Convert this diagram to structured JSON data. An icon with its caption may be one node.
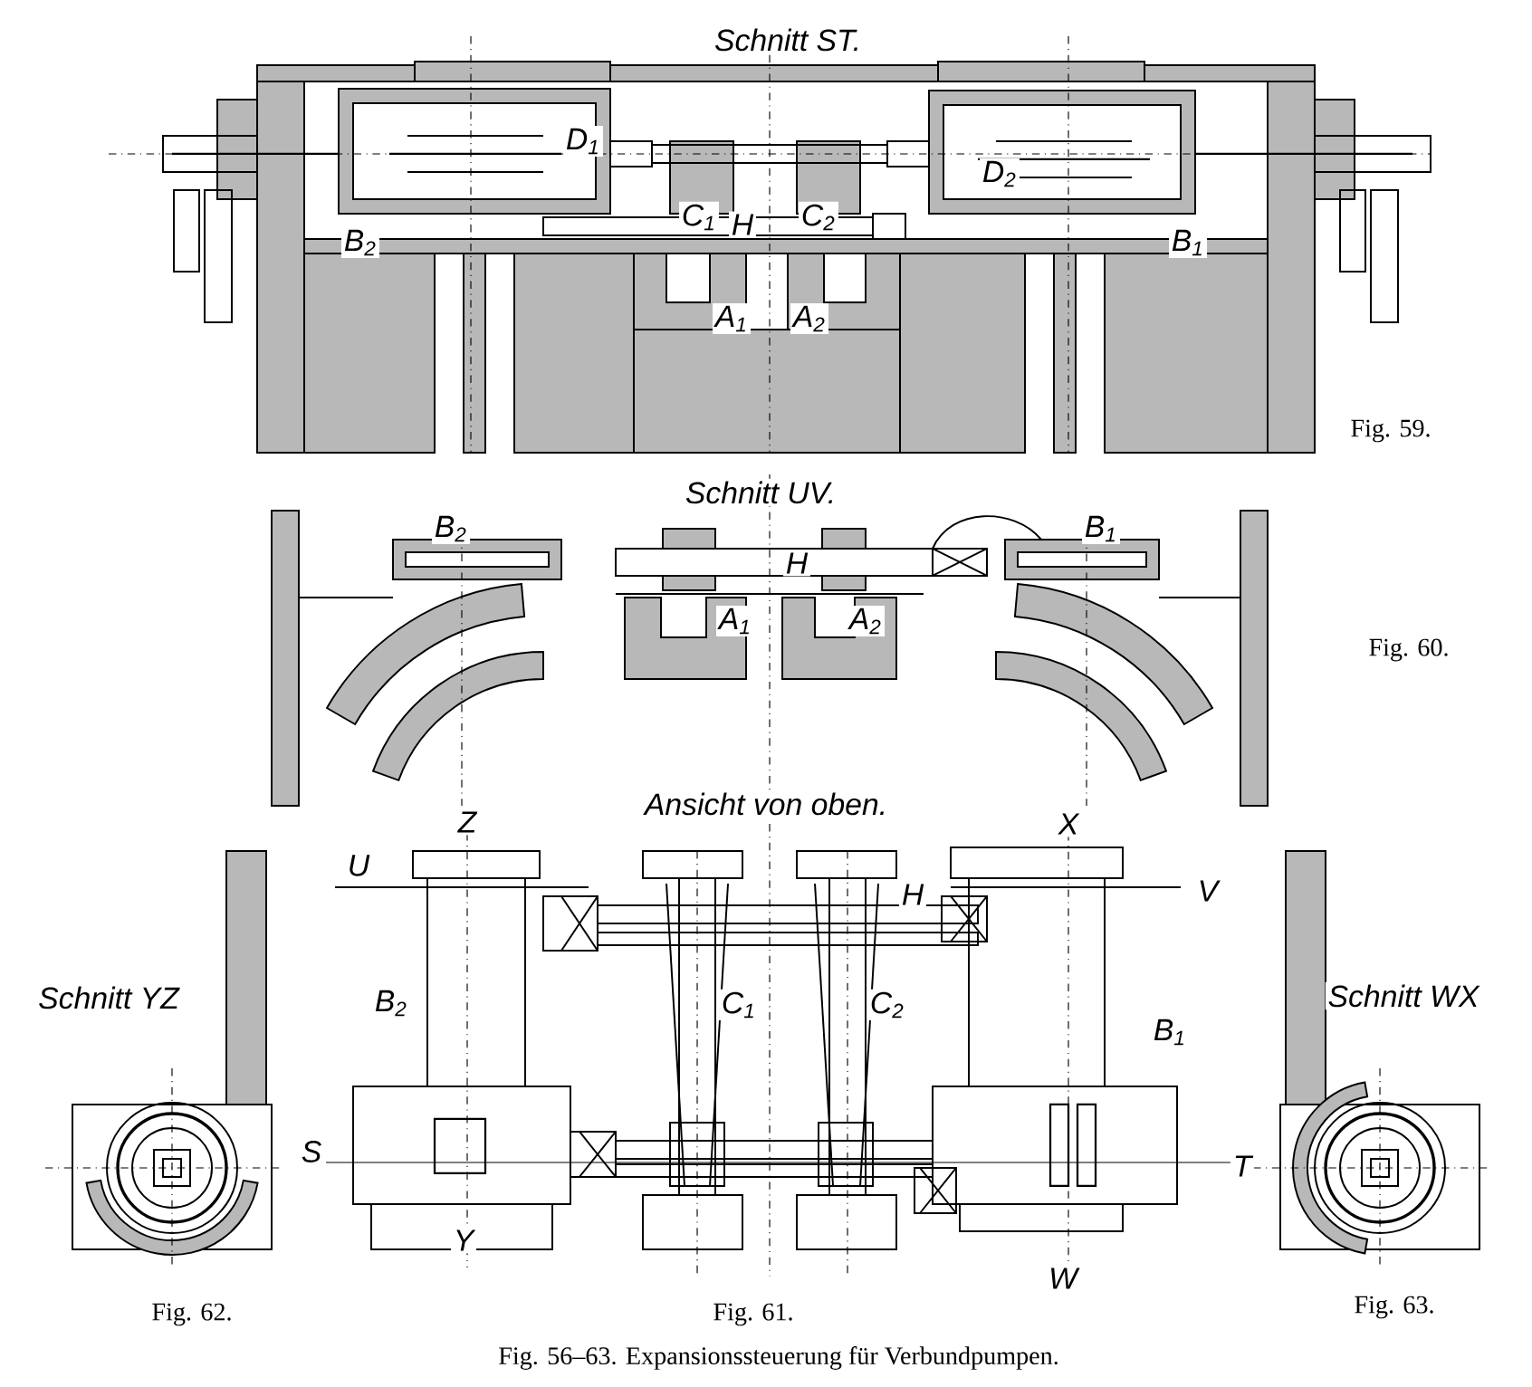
{
  "diagram": {
    "caption": "Fig. 56–63. Expansionssteuerung für Verbundpumpen.",
    "labels": [
      "Schnitt ST.",
      "D$_{1}$",
      "D$_{2}$",
      "C$_{1}$",
      "H",
      "C$_{2}$",
      "B$_{2}$",
      "B$_{1}$",
      "A$_{1}$",
      "A$_{2}$",
      "Fig. 59.",
      "Schnitt UV.",
      "B$_{2}$",
      "B$_{1}$",
      "H",
      "A$_{1}$",
      "A$_{2}$",
      "Fig. 60.",
      "Ansicht von oben.",
      "Z",
      "X",
      "U",
      "H",
      "V",
      "B$_{2}$",
      "C$_{1}$",
      "C$_{2}$",
      "B$_{1}$",
      "S",
      "T",
      "Y",
      "W",
      "Fig. 61.",
      "Schnitt YZ",
      "Schnitt WX",
      "Fig. 62.",
      "Fig. 63."
    ]
  }
}
